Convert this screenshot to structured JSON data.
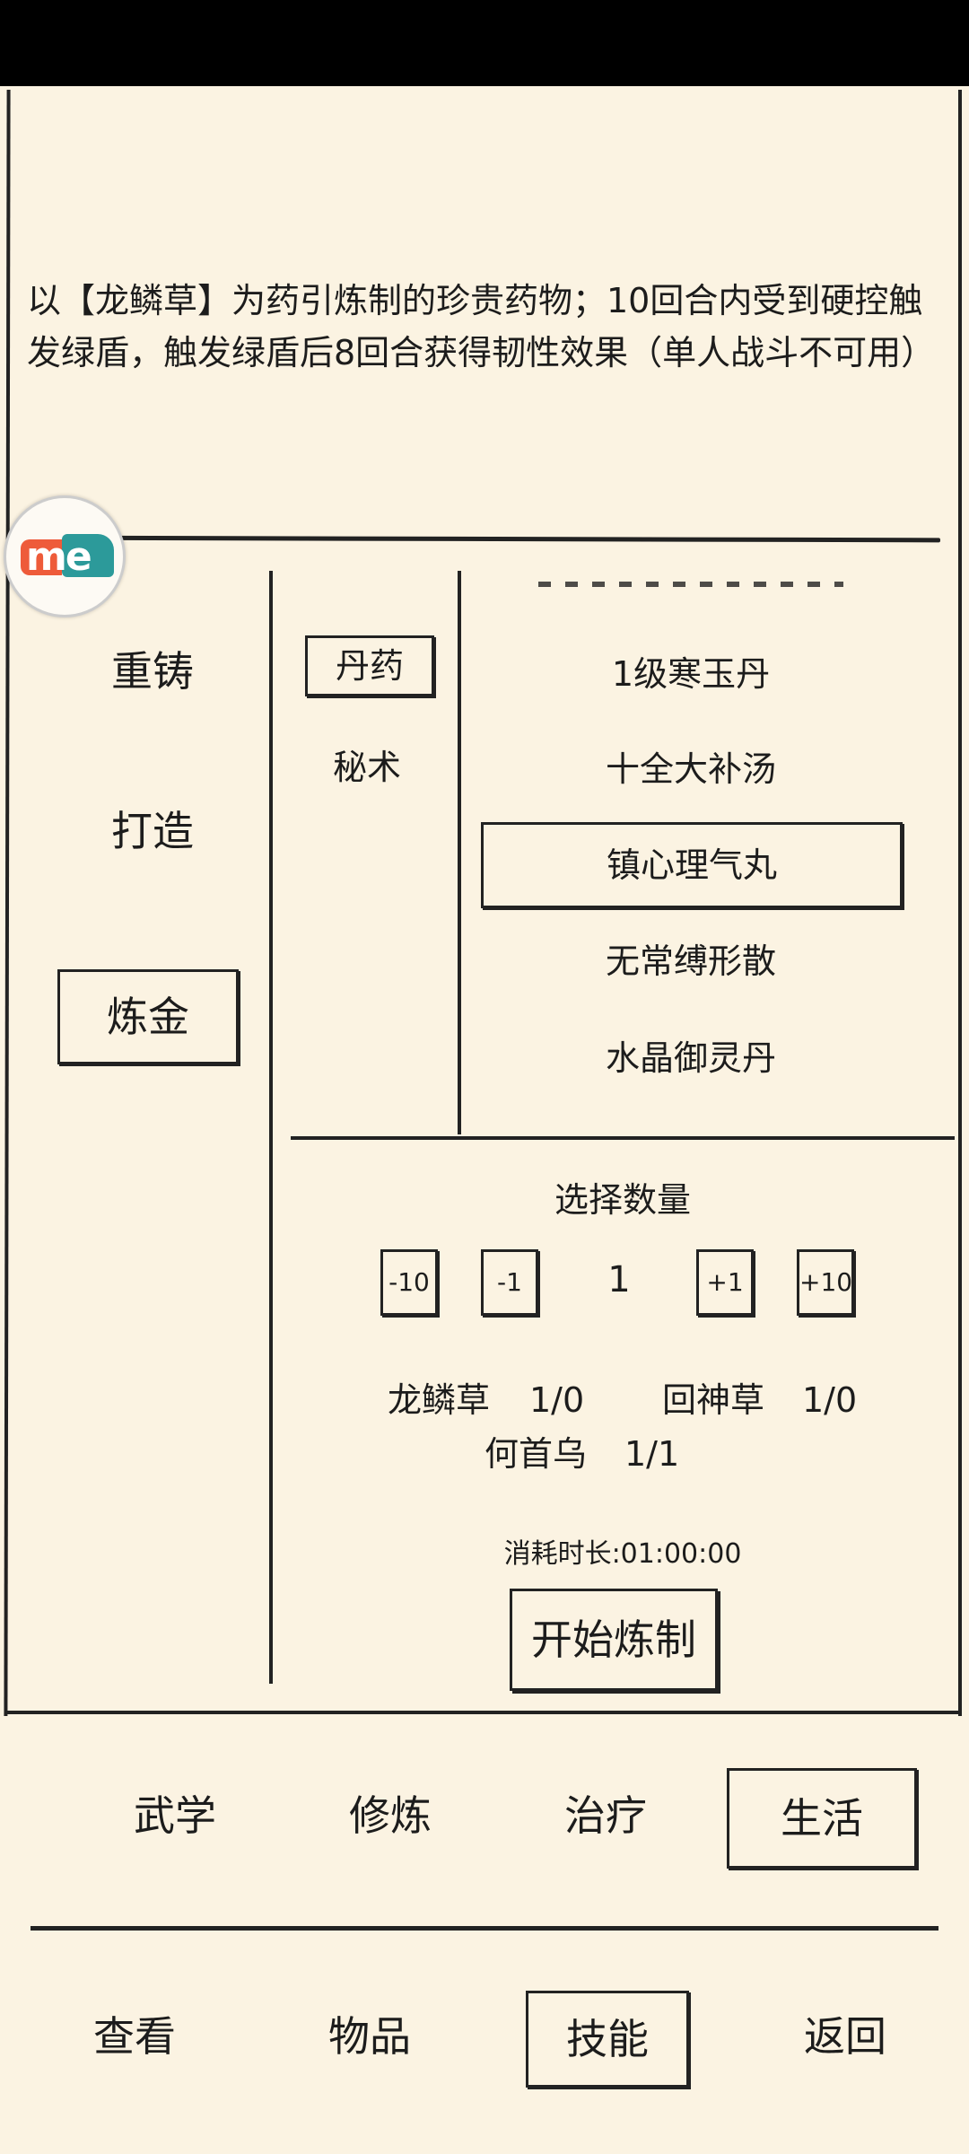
{
  "description": "以【龙鳞草】为药引炼制的珍贵药物；10回合内受到硬控触发绿盾，触发绿盾后8回合获得韧性效果（单人战斗不可用）",
  "left_nav": [
    {
      "label": "重铸",
      "selected": false
    },
    {
      "label": "打造",
      "selected": false
    },
    {
      "label": "炼金",
      "selected": true
    }
  ],
  "categories": [
    {
      "label": "丹药",
      "selected": true
    },
    {
      "label": "秘术",
      "selected": false
    }
  ],
  "recipes": [
    {
      "label": "1级寒玉丹",
      "selected": false
    },
    {
      "label": "十全大补汤",
      "selected": false
    },
    {
      "label": "镇心理气丸",
      "selected": true
    },
    {
      "label": "无常缚形散",
      "selected": false
    },
    {
      "label": "水晶御灵丹",
      "selected": false
    }
  ],
  "quantity": {
    "title": "选择数量",
    "minus10": "-10",
    "minus1": "-1",
    "value": "1",
    "plus1": "+1",
    "plus10": "+10"
  },
  "materials": [
    {
      "name": "龙鳞草",
      "count": "1/0"
    },
    {
      "name": "回神草",
      "count": "1/0"
    },
    {
      "name": "何首乌",
      "count": "1/1"
    }
  ],
  "duration": "消耗时长:01:00:00",
  "start_button": "开始炼制",
  "sub_tabs": [
    {
      "label": "武学",
      "selected": false
    },
    {
      "label": "修炼",
      "selected": false
    },
    {
      "label": "治疗",
      "selected": false
    },
    {
      "label": "生活",
      "selected": true
    }
  ],
  "bottom_nav": [
    {
      "label": "查看",
      "selected": false
    },
    {
      "label": "物品",
      "selected": false
    },
    {
      "label": "技能",
      "selected": true
    },
    {
      "label": "返回",
      "selected": false
    }
  ],
  "badge_text": "me"
}
